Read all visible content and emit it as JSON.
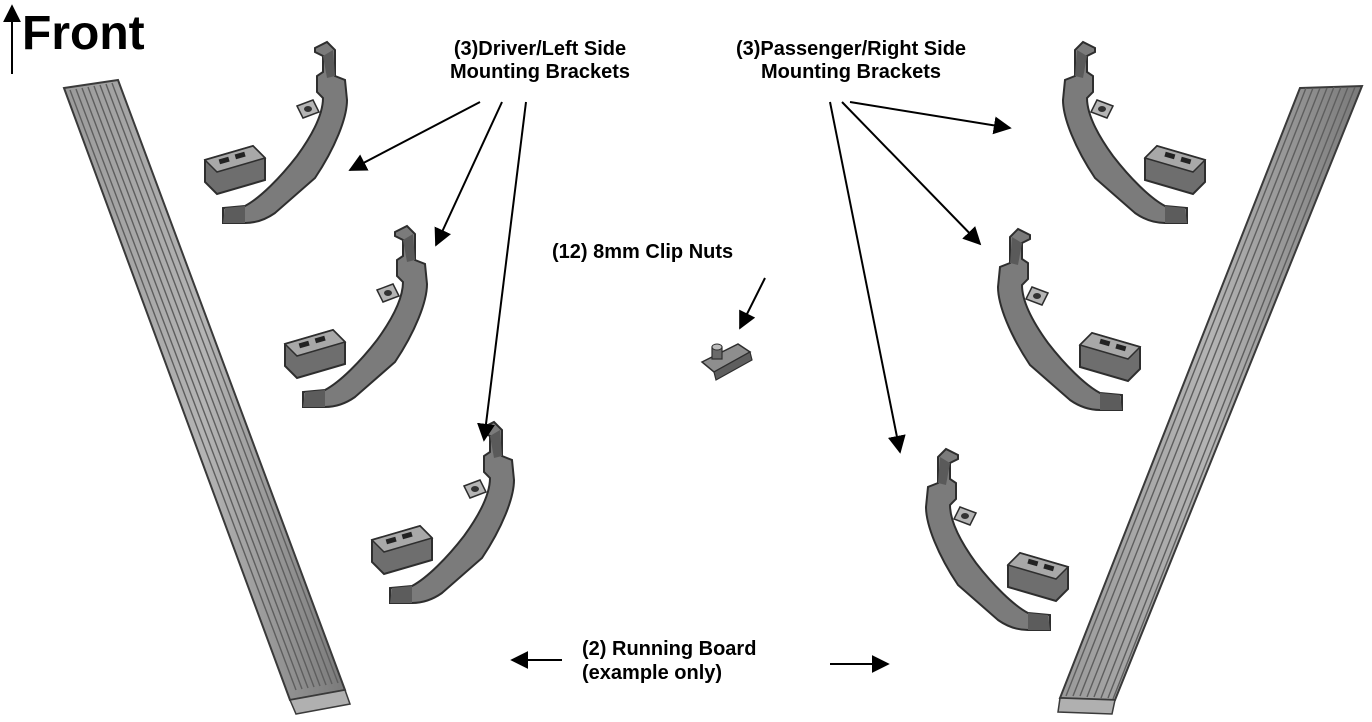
{
  "title": "Front",
  "labels": {
    "driver_brackets": {
      "line1": "(3)Driver/Left Side",
      "line2": "Mounting Brackets"
    },
    "passenger_brackets": {
      "line1": "(3)Passenger/Right Side",
      "line2": "Mounting Brackets"
    },
    "clip_nuts": "(12) 8mm Clip Nuts",
    "running_board": {
      "line1": "(2) Running Board",
      "line2": "(example only)"
    }
  },
  "parts": {
    "running_boards": 2,
    "driver_brackets": 3,
    "passenger_brackets": 3,
    "clip_nuts": 12
  },
  "colors": {
    "part_fill": "#8a8a8a",
    "part_dark": "#3c3c3c",
    "part_light": "#c8c8c8",
    "arrow": "#000000"
  }
}
